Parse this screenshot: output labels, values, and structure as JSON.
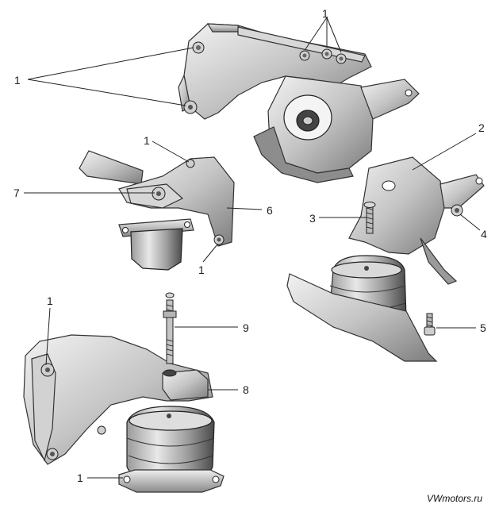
{
  "callouts": {
    "label_1": "1",
    "label_2": "2",
    "label_3": "3",
    "label_4": "4",
    "label_5": "5",
    "label_6": "6",
    "label_7": "7",
    "label_8": "8",
    "label_9": "9"
  },
  "watermark": "VWmotors.ru",
  "colors": {
    "metal_light": "#e6e6e6",
    "metal_mid": "#b9b9b9",
    "metal_dark": "#7a7a7a",
    "rubber_dark": "#3e3e3e",
    "line": "#222222"
  }
}
